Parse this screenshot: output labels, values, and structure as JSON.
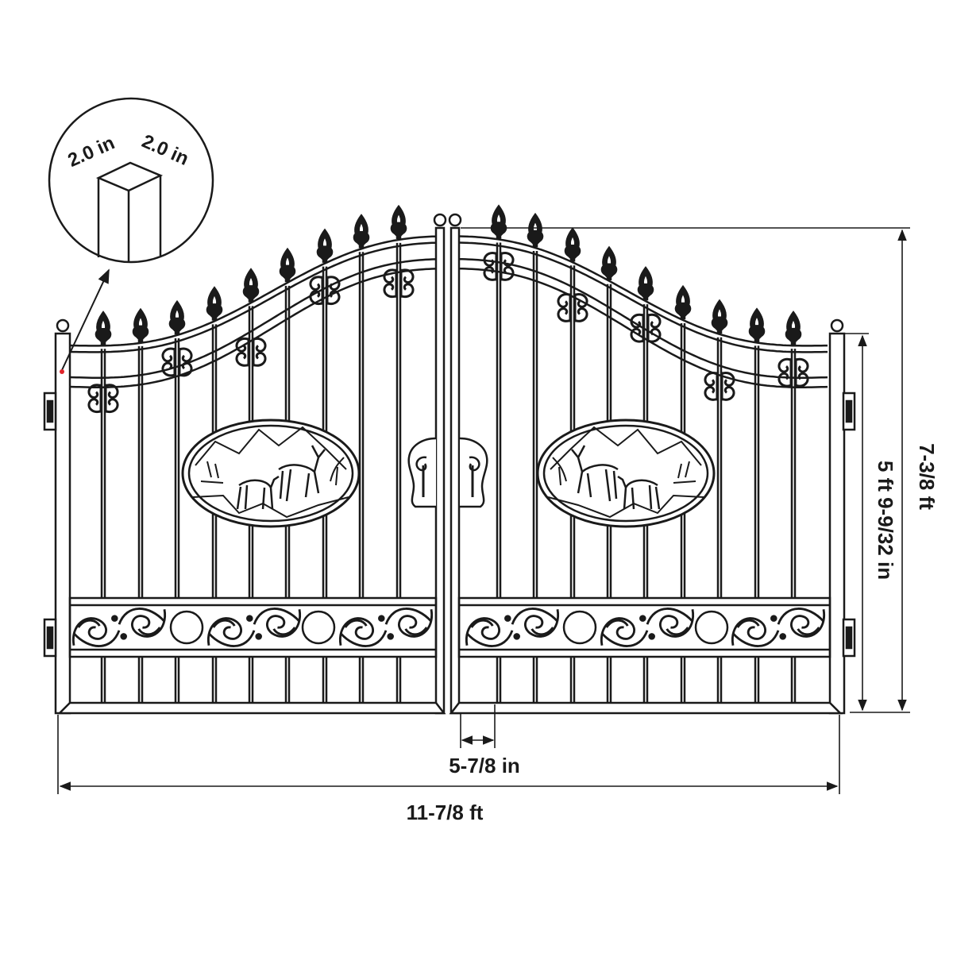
{
  "colors": {
    "line": "#1a1a1a",
    "background": "#ffffff",
    "accent": "#e0242a"
  },
  "post_detail": {
    "width_label": "2.0 in",
    "depth_label": "2.0 in"
  },
  "dimensions": {
    "picket_spacing": "5-7/8 in",
    "total_width": "11-7/8 ft",
    "total_height": "7-3/8 ft",
    "side_height": "5 ft 9-9/32 in"
  },
  "icons": [
    "hinge-icon",
    "deer-medallion-icon",
    "latch-icon",
    "scroll-ornament-icon",
    "spear-finial-icon"
  ]
}
